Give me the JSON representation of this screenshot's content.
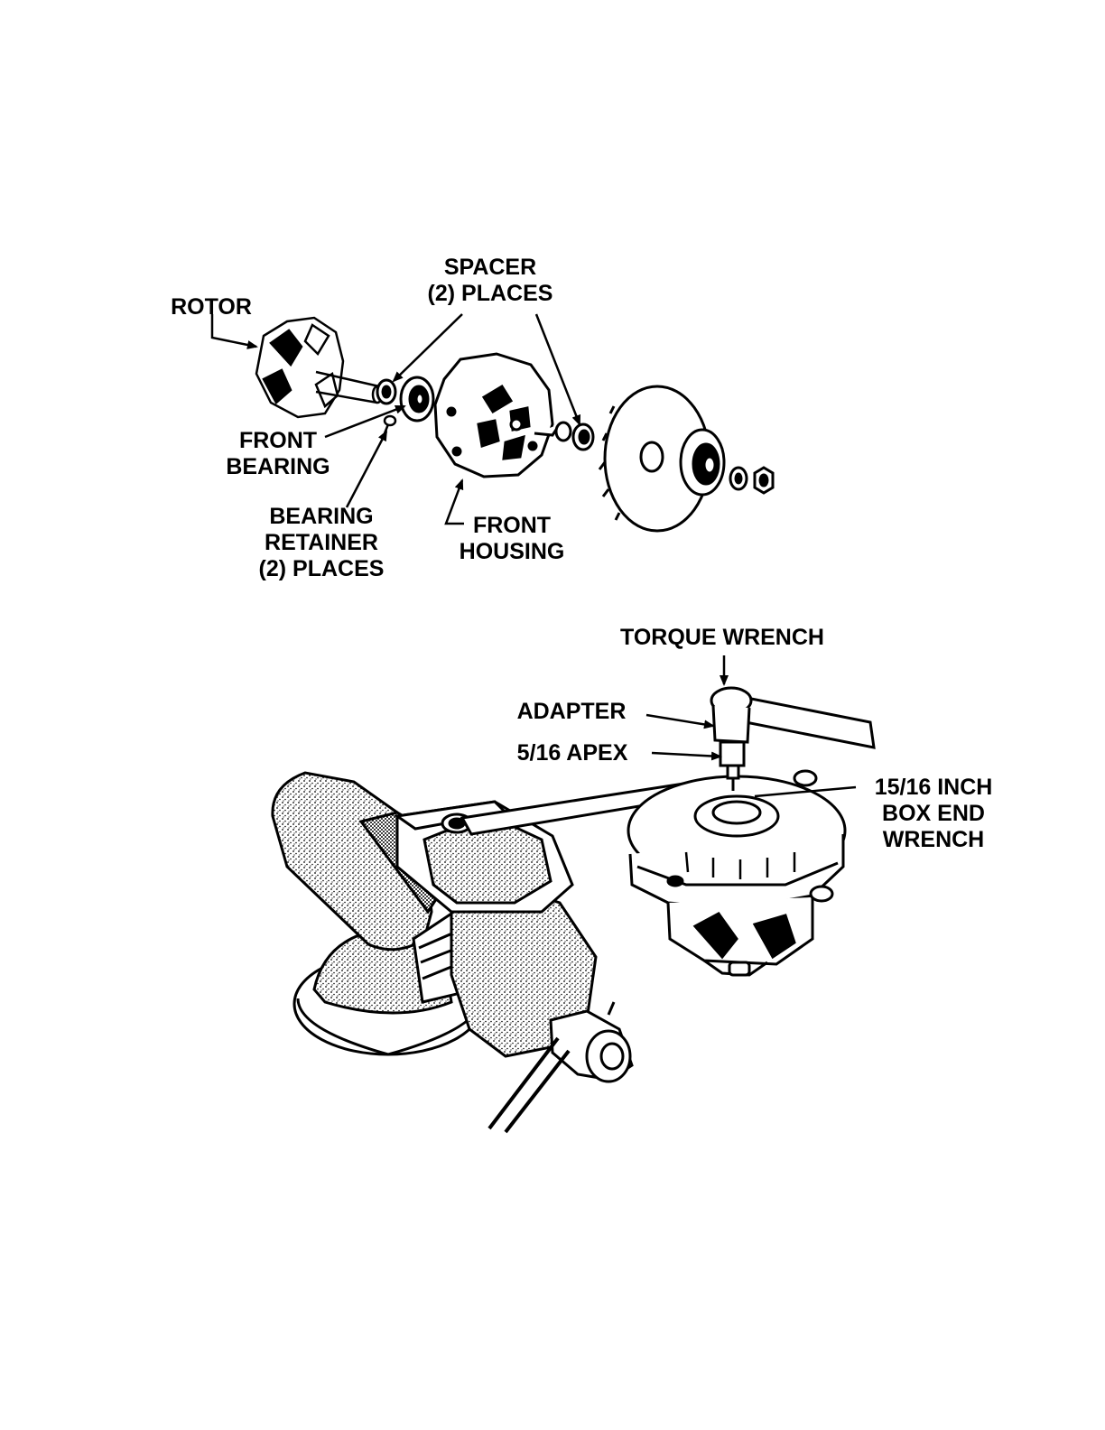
{
  "figure": {
    "top_assembly": {
      "labels": {
        "rotor": [
          "ROTOR"
        ],
        "spacer": [
          "SPACER",
          "(2) PLACES"
        ],
        "front_bearing": [
          "FRONT",
          "BEARING"
        ],
        "bearing_retainer": [
          "BEARING",
          "RETAINER",
          "(2) PLACES"
        ],
        "front_housing": [
          "FRONT",
          "HOUSING"
        ]
      }
    },
    "bottom_assembly": {
      "labels": {
        "torque_wrench": [
          "TORQUE WRENCH"
        ],
        "adapter": [
          "ADAPTER"
        ],
        "apex": [
          "5/16 APEX"
        ],
        "box_end_wrench": [
          "15/16 INCH",
          "BOX END",
          "WRENCH"
        ]
      }
    }
  },
  "colors": {
    "ink": "#000000",
    "paper": "#ffffff"
  }
}
